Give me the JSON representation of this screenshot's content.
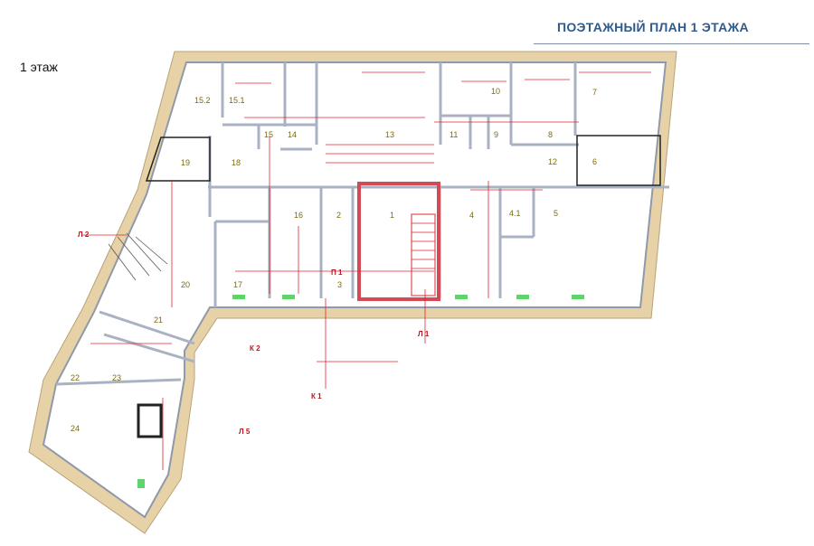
{
  "header": {
    "title": "ПОЭТАЖНЫЙ ПЛАН 1 ЭТАЖА"
  },
  "floor_label": "1 этаж",
  "colors": {
    "wall": "#e6d2a6",
    "partition": "#a9b2c3",
    "dimension": "#e0242e",
    "title": "#2f5a8a",
    "window": "#5fd46a"
  },
  "rooms": [
    "1",
    "2",
    "3",
    "4",
    "4.1",
    "5",
    "6",
    "7",
    "8",
    "9",
    "10",
    "11",
    "12",
    "13",
    "14",
    "15",
    "15.1",
    "15.2",
    "16",
    "17",
    "18",
    "19",
    "20",
    "21",
    "22",
    "23",
    "24"
  ],
  "markers": {
    "l2": "Л 2",
    "k2": "К 2",
    "l1": "Л 1",
    "k1": "К 1",
    "l5": "Л 5",
    "p1": "П 1"
  }
}
